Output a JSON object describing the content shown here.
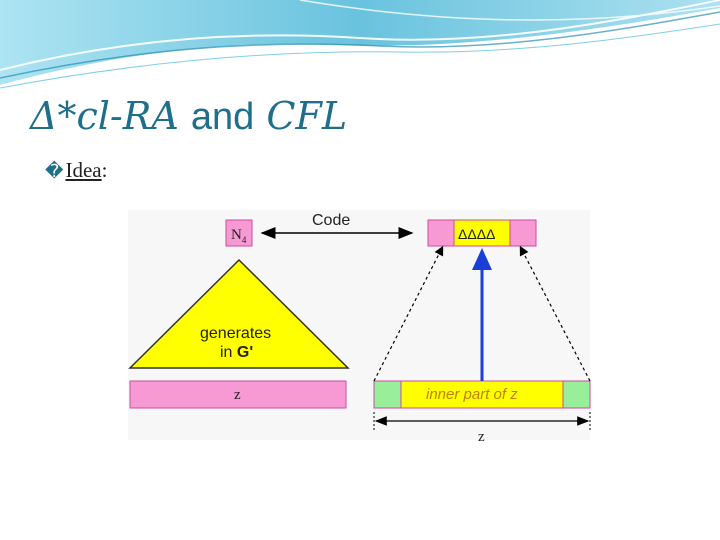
{
  "slide": {
    "title_math": "Δ*cl-RA",
    "title_and": "and",
    "title_cfl": "CFL",
    "bullet_mark": "�",
    "bullet_label": "Idea",
    "bullet_colon": ":"
  },
  "diagram": {
    "n_box": "N",
    "n_sub": "4",
    "code_label": "Code",
    "delta_box": "ΔΔΔΔ",
    "triangle_line1": "generates",
    "triangle_line2_prefix": "in ",
    "triangle_line2_bold": "G'",
    "left_bar": "z",
    "inner_bar": "inner part of z",
    "bottom_label": "z"
  },
  "colors": {
    "title": "#1f6f8b",
    "pink": "#f79ad3",
    "yellow": "#ffff00",
    "green": "#99ee99",
    "blue_arrow": "#1a3fd6",
    "header_wave": "#5bc0de"
  }
}
